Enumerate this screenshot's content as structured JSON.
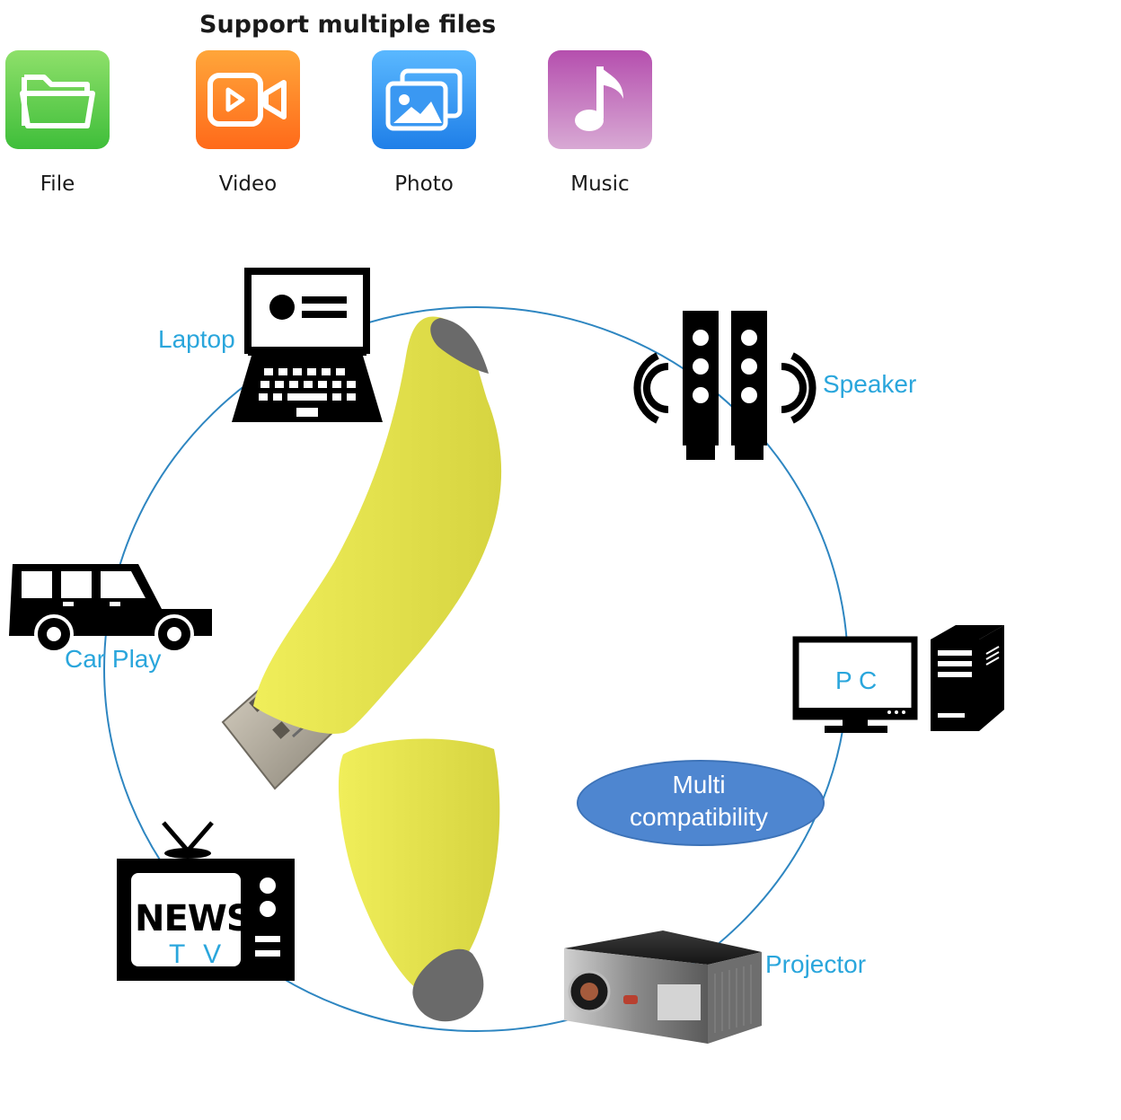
{
  "header": {
    "title": "Support multiple files"
  },
  "file_types": [
    {
      "label": "File",
      "icon": "folder-icon",
      "color_top": "#8ee06a",
      "color_bottom": "#3fbe3a"
    },
    {
      "label": "Video",
      "icon": "video-icon",
      "color_top": "#ffa63a",
      "color_bottom": "#ff6a1a"
    },
    {
      "label": "Photo",
      "icon": "photo-icon",
      "color_top": "#5ab8ff",
      "color_bottom": "#1f7fe8"
    },
    {
      "label": "Music",
      "icon": "music-note-icon",
      "color_top": "#b54fae",
      "color_bottom": "#d8a9d4"
    }
  ],
  "devices": {
    "laptop": "Laptop",
    "speaker": "Speaker",
    "car": "Car Play",
    "pc": "P C",
    "tv": "T V",
    "tv_screen_text": "NEWS",
    "projector": "Projector"
  },
  "center": {
    "line1": "Multi",
    "line2": "compatibility",
    "bubble_color": "#4e86d0"
  },
  "colors": {
    "label_accent": "#2aa6dc",
    "circle_line": "#2e86c1",
    "banana_yellow": "#e6e34e",
    "banana_tip": "#6a6a6a"
  }
}
